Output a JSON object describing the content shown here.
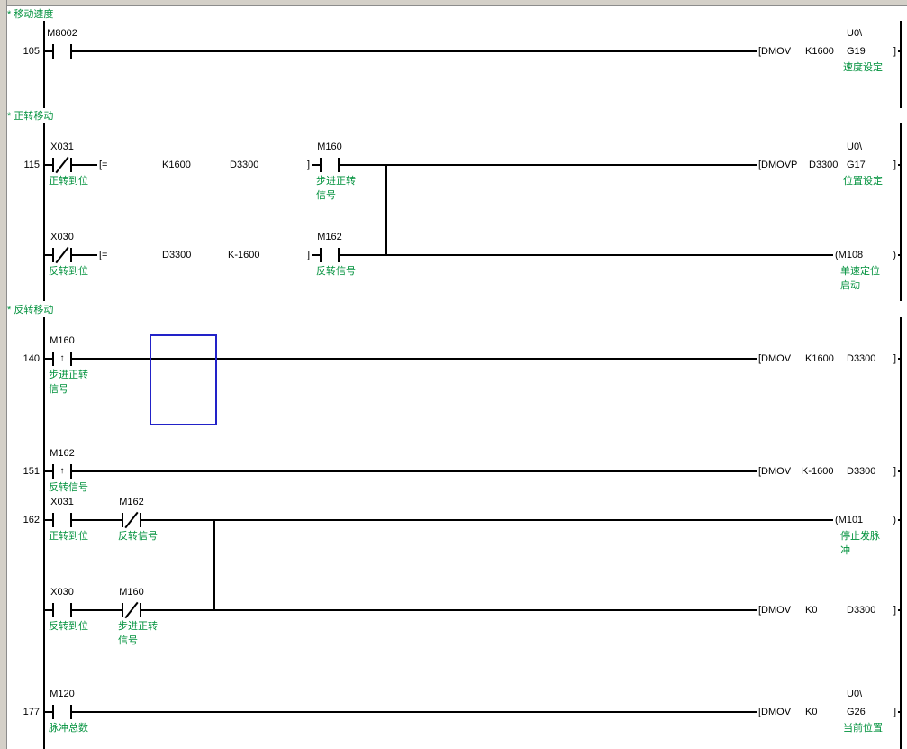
{
  "symbols": {
    "rising_edge": "↑"
  },
  "colors": {
    "comment_green": "#00913c",
    "cursor_blue": "#2222c8",
    "wire": "#000000"
  },
  "comments": {
    "move_speed": "* 移动速度",
    "forward": "* 正转移动",
    "reverse": "* 反转移动"
  },
  "r105": {
    "step": "105",
    "c1": {
      "name": "M8002"
    },
    "instr": {
      "m": "[DMOV",
      "a": "K1600",
      "b2": "U0\\",
      "b": "G19",
      "close": "]",
      "note": "速度设定"
    }
  },
  "r115a": {
    "step": "115",
    "c1": {
      "name": "X031",
      "note": "正转到位"
    },
    "cmp": {
      "m": "[=",
      "a": "K1600",
      "b": "D3300",
      "close": "]"
    },
    "c2": {
      "name": "M160",
      "note1": "步进正转",
      "note2": "信号"
    },
    "instr": {
      "m": "[DMOVP",
      "a": "D3300",
      "b2": "U0\\",
      "b": "G17",
      "close": "]",
      "note": "位置设定"
    }
  },
  "r115b": {
    "c1": {
      "name": "X030",
      "note": "反转到位"
    },
    "cmp": {
      "m": "[=",
      "a": "D3300",
      "b": "K-1600",
      "close": "]"
    },
    "c2": {
      "name": "M162",
      "note": "反转信号"
    },
    "coil": {
      "text": "(M108",
      "close": ")",
      "note1": "单速定位",
      "note2": "启动"
    }
  },
  "r140": {
    "step": "140",
    "c1": {
      "name": "M160",
      "note1": "步进正转",
      "note2": "信号"
    },
    "instr": {
      "m": "[DMOV",
      "a": "K1600",
      "b": "D3300",
      "close": "]"
    }
  },
  "r151": {
    "step": "151",
    "c1": {
      "name": "M162",
      "note": "反转信号"
    },
    "instr": {
      "m": "[DMOV",
      "a": "K-1600",
      "b": "D3300",
      "close": "]"
    }
  },
  "r162a": {
    "step": "162",
    "c1": {
      "name": "X031",
      "note": "正转到位"
    },
    "c2": {
      "name": "M162",
      "note": "反转信号"
    },
    "coil": {
      "text": "(M101",
      "close": ")",
      "note1": "停止发脉",
      "note2": "冲"
    }
  },
  "r162b": {
    "c1": {
      "name": "X030",
      "note": "反转到位"
    },
    "c2": {
      "name": "M160",
      "note1": "步进正转",
      "note2": "信号"
    },
    "instr": {
      "m": "[DMOV",
      "a": "K0",
      "b": "D3300",
      "close": "]"
    }
  },
  "r177": {
    "step": "177",
    "c1": {
      "name": "M120",
      "note": "脉冲总数"
    },
    "instr": {
      "m": "[DMOV",
      "a": "K0",
      "b2": "U0\\",
      "b": "G26",
      "close": "]",
      "note": "当前位置"
    }
  }
}
